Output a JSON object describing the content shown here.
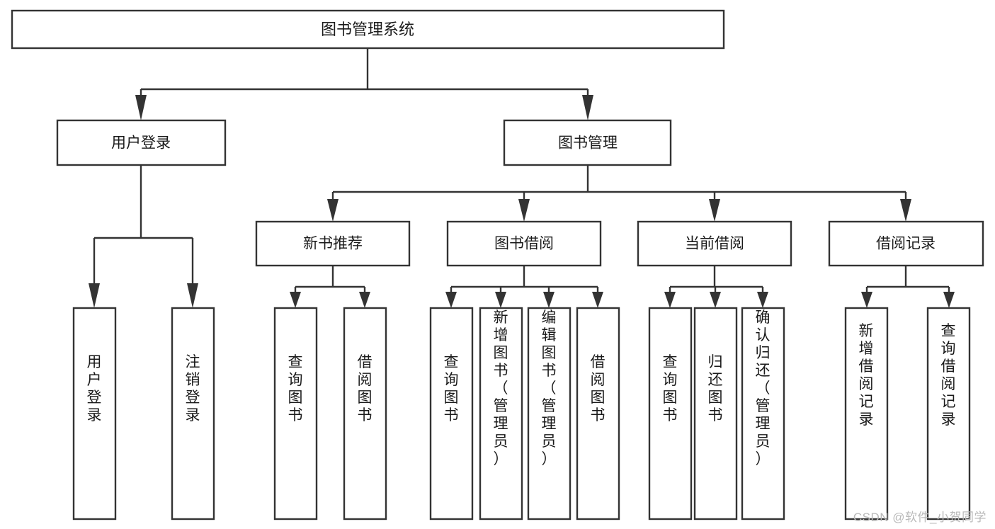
{
  "diagram": {
    "type": "tree",
    "title": "图书管理系统",
    "watermark": "CSDN @软件_小贺同学",
    "colors": {
      "stroke": "#333333",
      "fill": "#ffffff",
      "text": "#1a1a1a",
      "watermark": "#b9b9b9",
      "background": "#ffffff"
    },
    "root": {
      "label": "图书管理系统"
    },
    "level2": [
      {
        "label": "用户登录"
      },
      {
        "label": "图书管理"
      }
    ],
    "level3": [
      {
        "label": "新书推荐"
      },
      {
        "label": "图书借阅"
      },
      {
        "label": "当前借阅"
      },
      {
        "label": "借阅记录"
      }
    ],
    "leaves": {
      "user_login": [
        {
          "label": "用户登录"
        },
        {
          "label": "注销登录"
        }
      ],
      "new_book_recommend": [
        {
          "label": "查询图书"
        },
        {
          "label": "借阅图书"
        }
      ],
      "book_borrow": [
        {
          "label": "查询图书"
        },
        {
          "label": "新增图书（管理员）"
        },
        {
          "label": "编辑图书（管理员）"
        },
        {
          "label": "借阅图书"
        }
      ],
      "current_borrow": [
        {
          "label": "查询图书"
        },
        {
          "label": "归还图书"
        },
        {
          "label": "确认归还（管理员）"
        }
      ],
      "borrow_record": [
        {
          "label": "新增借阅记录"
        },
        {
          "label": "查询借阅记录"
        }
      ]
    }
  }
}
